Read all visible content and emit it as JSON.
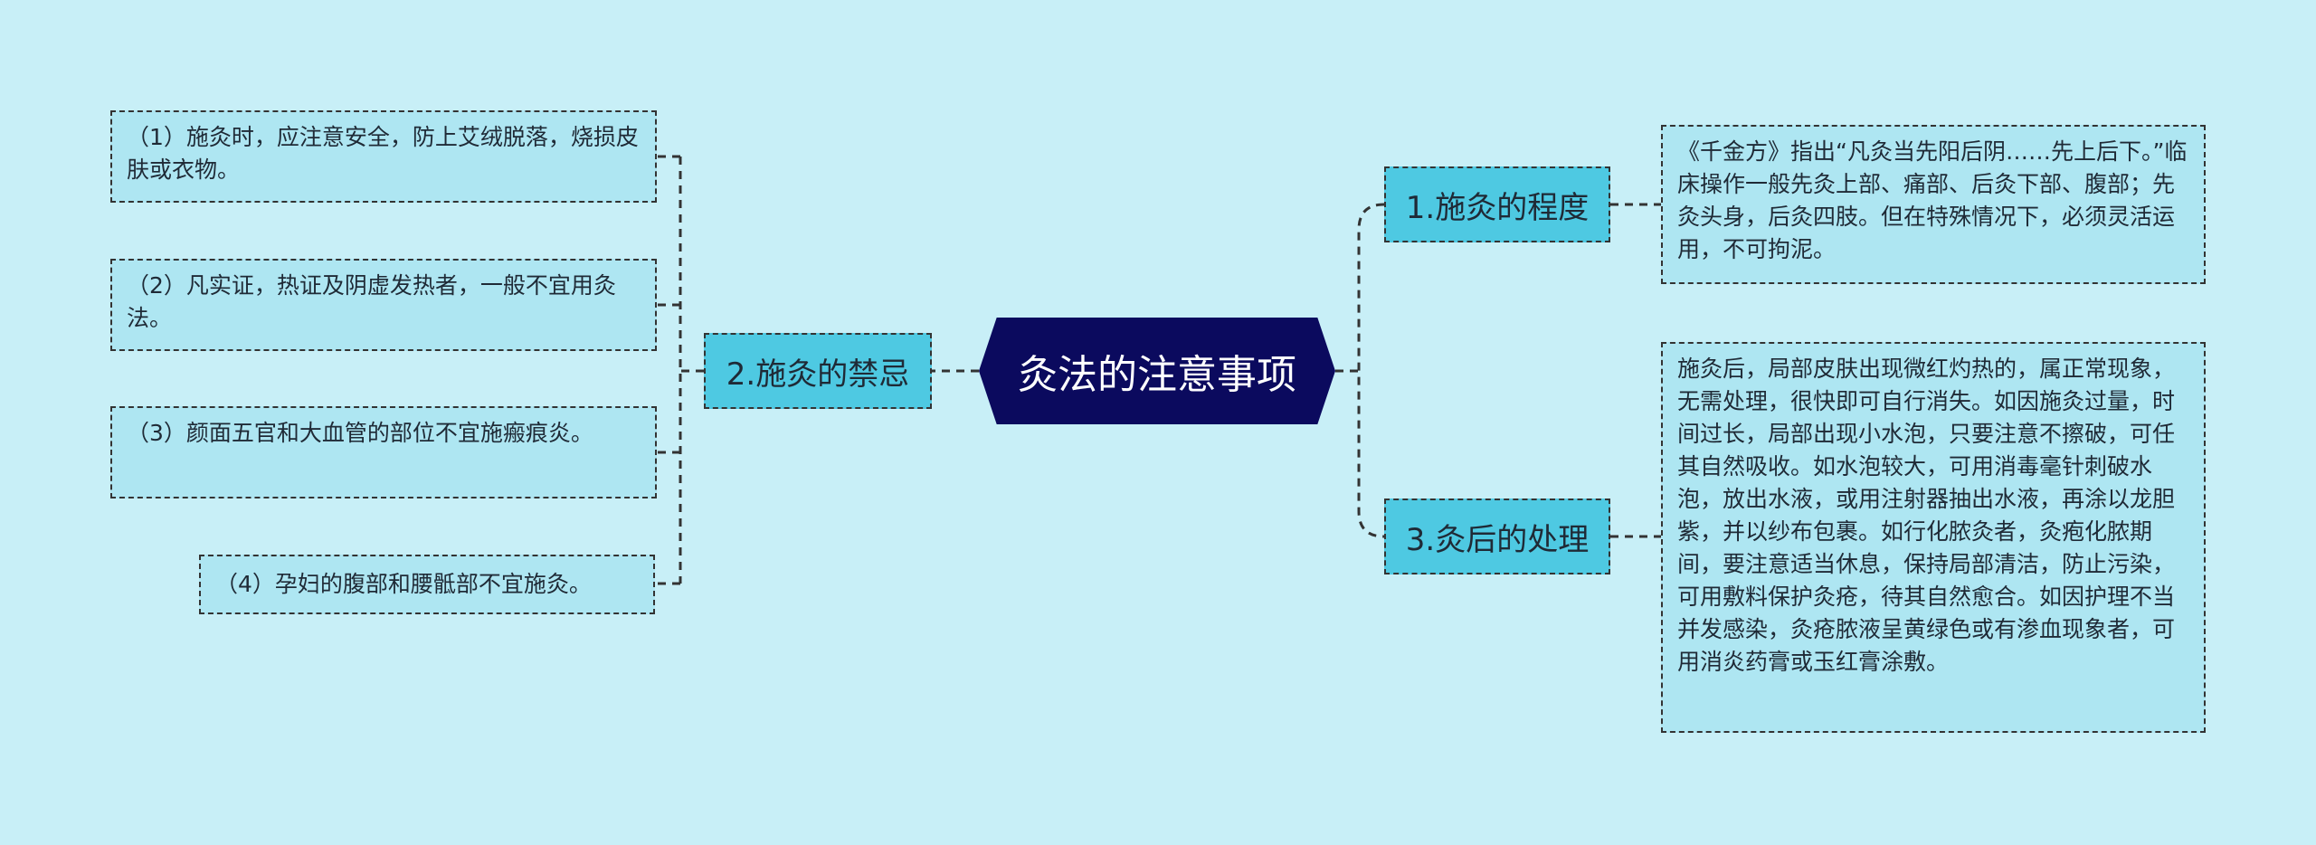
{
  "central": {
    "label": "灸法的注意事项"
  },
  "branches": [
    {
      "label": "1.施灸的程度"
    },
    {
      "label": "2.施灸的禁忌"
    },
    {
      "label": "3.灸后的处理"
    }
  ],
  "leaves": {
    "b1": "《千金方》指出“凡灸当先阳后阴……先上后下。”临床操作一般先灸上部、痛部、后灸下部、腹部；先灸头身，后灸四肢。但在特殊情况下，必须灵活运用，不可拘泥。",
    "b2": [
      "（1）施灸时，应注意安全，防上艾绒脱落，烧损皮肤或衣物。",
      "（2）凡实证，热证及阴虚发热者，一般不宜用灸法。",
      "（3）颜面五官和大血管的部位不宜施瘢痕炎。",
      "（4）孕妇的腹部和腰骶部不宜施灸。"
    ],
    "b3": "施灸后，局部皮肤出现微红灼热的，属正常现象，无需处理，很快即可自行消失。如因施灸过量，时间过长，局部出现小水泡，只要注意不擦破，可任其自然吸收。如水泡较大，可用消毒毫针刺破水泡，放出水液，或用注射器抽出水液，再涂以龙胆紫，并以纱布包裹。如行化脓灸者，灸疱化脓期间，要注意适当休息，保持局部清洁，防止污染，可用敷料保护灸疮，待其自然愈合。如因护理不当并发感染，灸疮脓液呈黄绿色或有渗血现象者，可用消炎药膏或玉红膏涂敷。"
  },
  "colors": {
    "background": "#c8eff7",
    "central_fill": "#0b0a5e",
    "branch_fill": "#4ec9e2",
    "leaf_fill": "#aee6f2",
    "connector": "#333333"
  }
}
